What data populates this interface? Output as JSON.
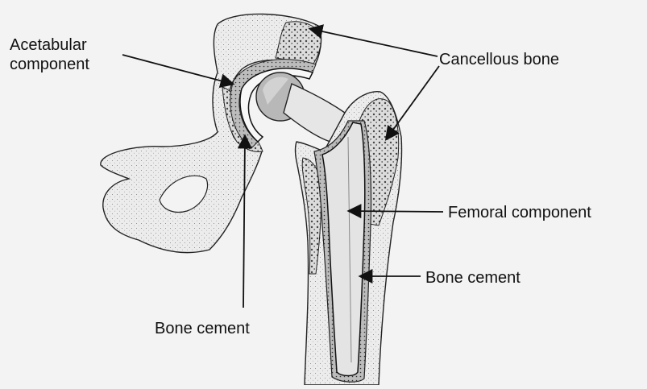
{
  "labels": {
    "acetabular_component": [
      "Acetabular",
      "component"
    ],
    "cancellous_bone": "Cancellous bone",
    "femoral_component": "Femoral component",
    "bone_cement_femoral": "Bone cement",
    "bone_cement_acetabular": "Bone cement"
  },
  "colors": {
    "background": "#f3f3f3",
    "ink": "#111111",
    "bone_fill": "#ececec",
    "cancellous_fill": "#d9d9d9",
    "cement_fill": "#bdbdbd",
    "prosthesis_fill": "#e2e2e2"
  }
}
